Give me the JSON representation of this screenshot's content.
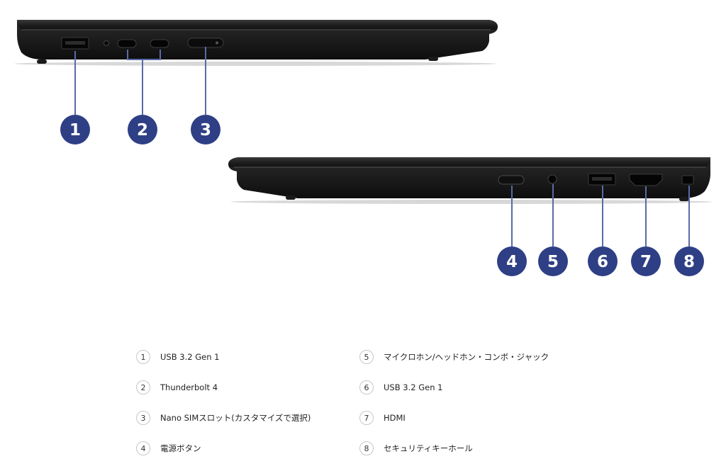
{
  "callouts": [
    {
      "number": "1"
    },
    {
      "number": "2"
    },
    {
      "number": "3"
    },
    {
      "number": "4"
    },
    {
      "number": "5"
    },
    {
      "number": "6"
    },
    {
      "number": "7"
    },
    {
      "number": "8"
    }
  ],
  "legend": {
    "items": [
      {
        "number": "1",
        "label": "USB 3.2 Gen 1"
      },
      {
        "number": "2",
        "label": "Thunderbolt 4"
      },
      {
        "number": "3",
        "label": "Nano SIMスロット(カスタマイズで選択)"
      },
      {
        "number": "4",
        "label": "電源ボタン"
      },
      {
        "number": "5",
        "label": "マイクロホン/ヘッドホン・コンボ・ジャック"
      },
      {
        "number": "6",
        "label": "USB 3.2 Gen 1"
      },
      {
        "number": "7",
        "label": "HDMI"
      },
      {
        "number": "8",
        "label": "セキュリティキーホール"
      }
    ]
  },
  "colors": {
    "callout_fill": "#2e3f85",
    "leader_line": "#5a6aa8",
    "chassis": "#1c1c1c",
    "port": "#050505"
  }
}
